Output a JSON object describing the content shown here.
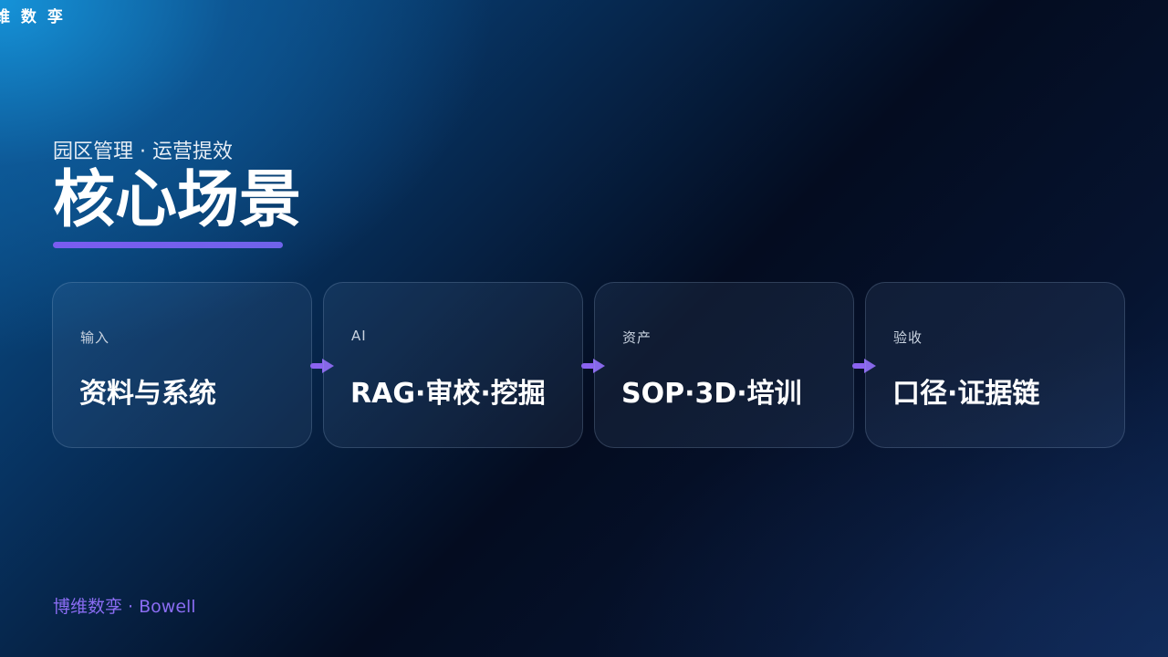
{
  "brand": {
    "top_label": "维 数 孪"
  },
  "header": {
    "subtitle": "园区管理 · 运营提效",
    "title": "核心场景"
  },
  "colors": {
    "accent": "#7b5cf0",
    "arrow": "#8b63f0",
    "footer": "#8a6cf2"
  },
  "steps": [
    {
      "label": "输入",
      "value": "资料与系统"
    },
    {
      "label": "AI",
      "value": "RAG·审校·挖掘"
    },
    {
      "label": "资产",
      "value": "SOP·3D·培训"
    },
    {
      "label": "验收",
      "value": "口径·证据链"
    }
  ],
  "footer": {
    "text": "博维数孪 · Bowell"
  }
}
